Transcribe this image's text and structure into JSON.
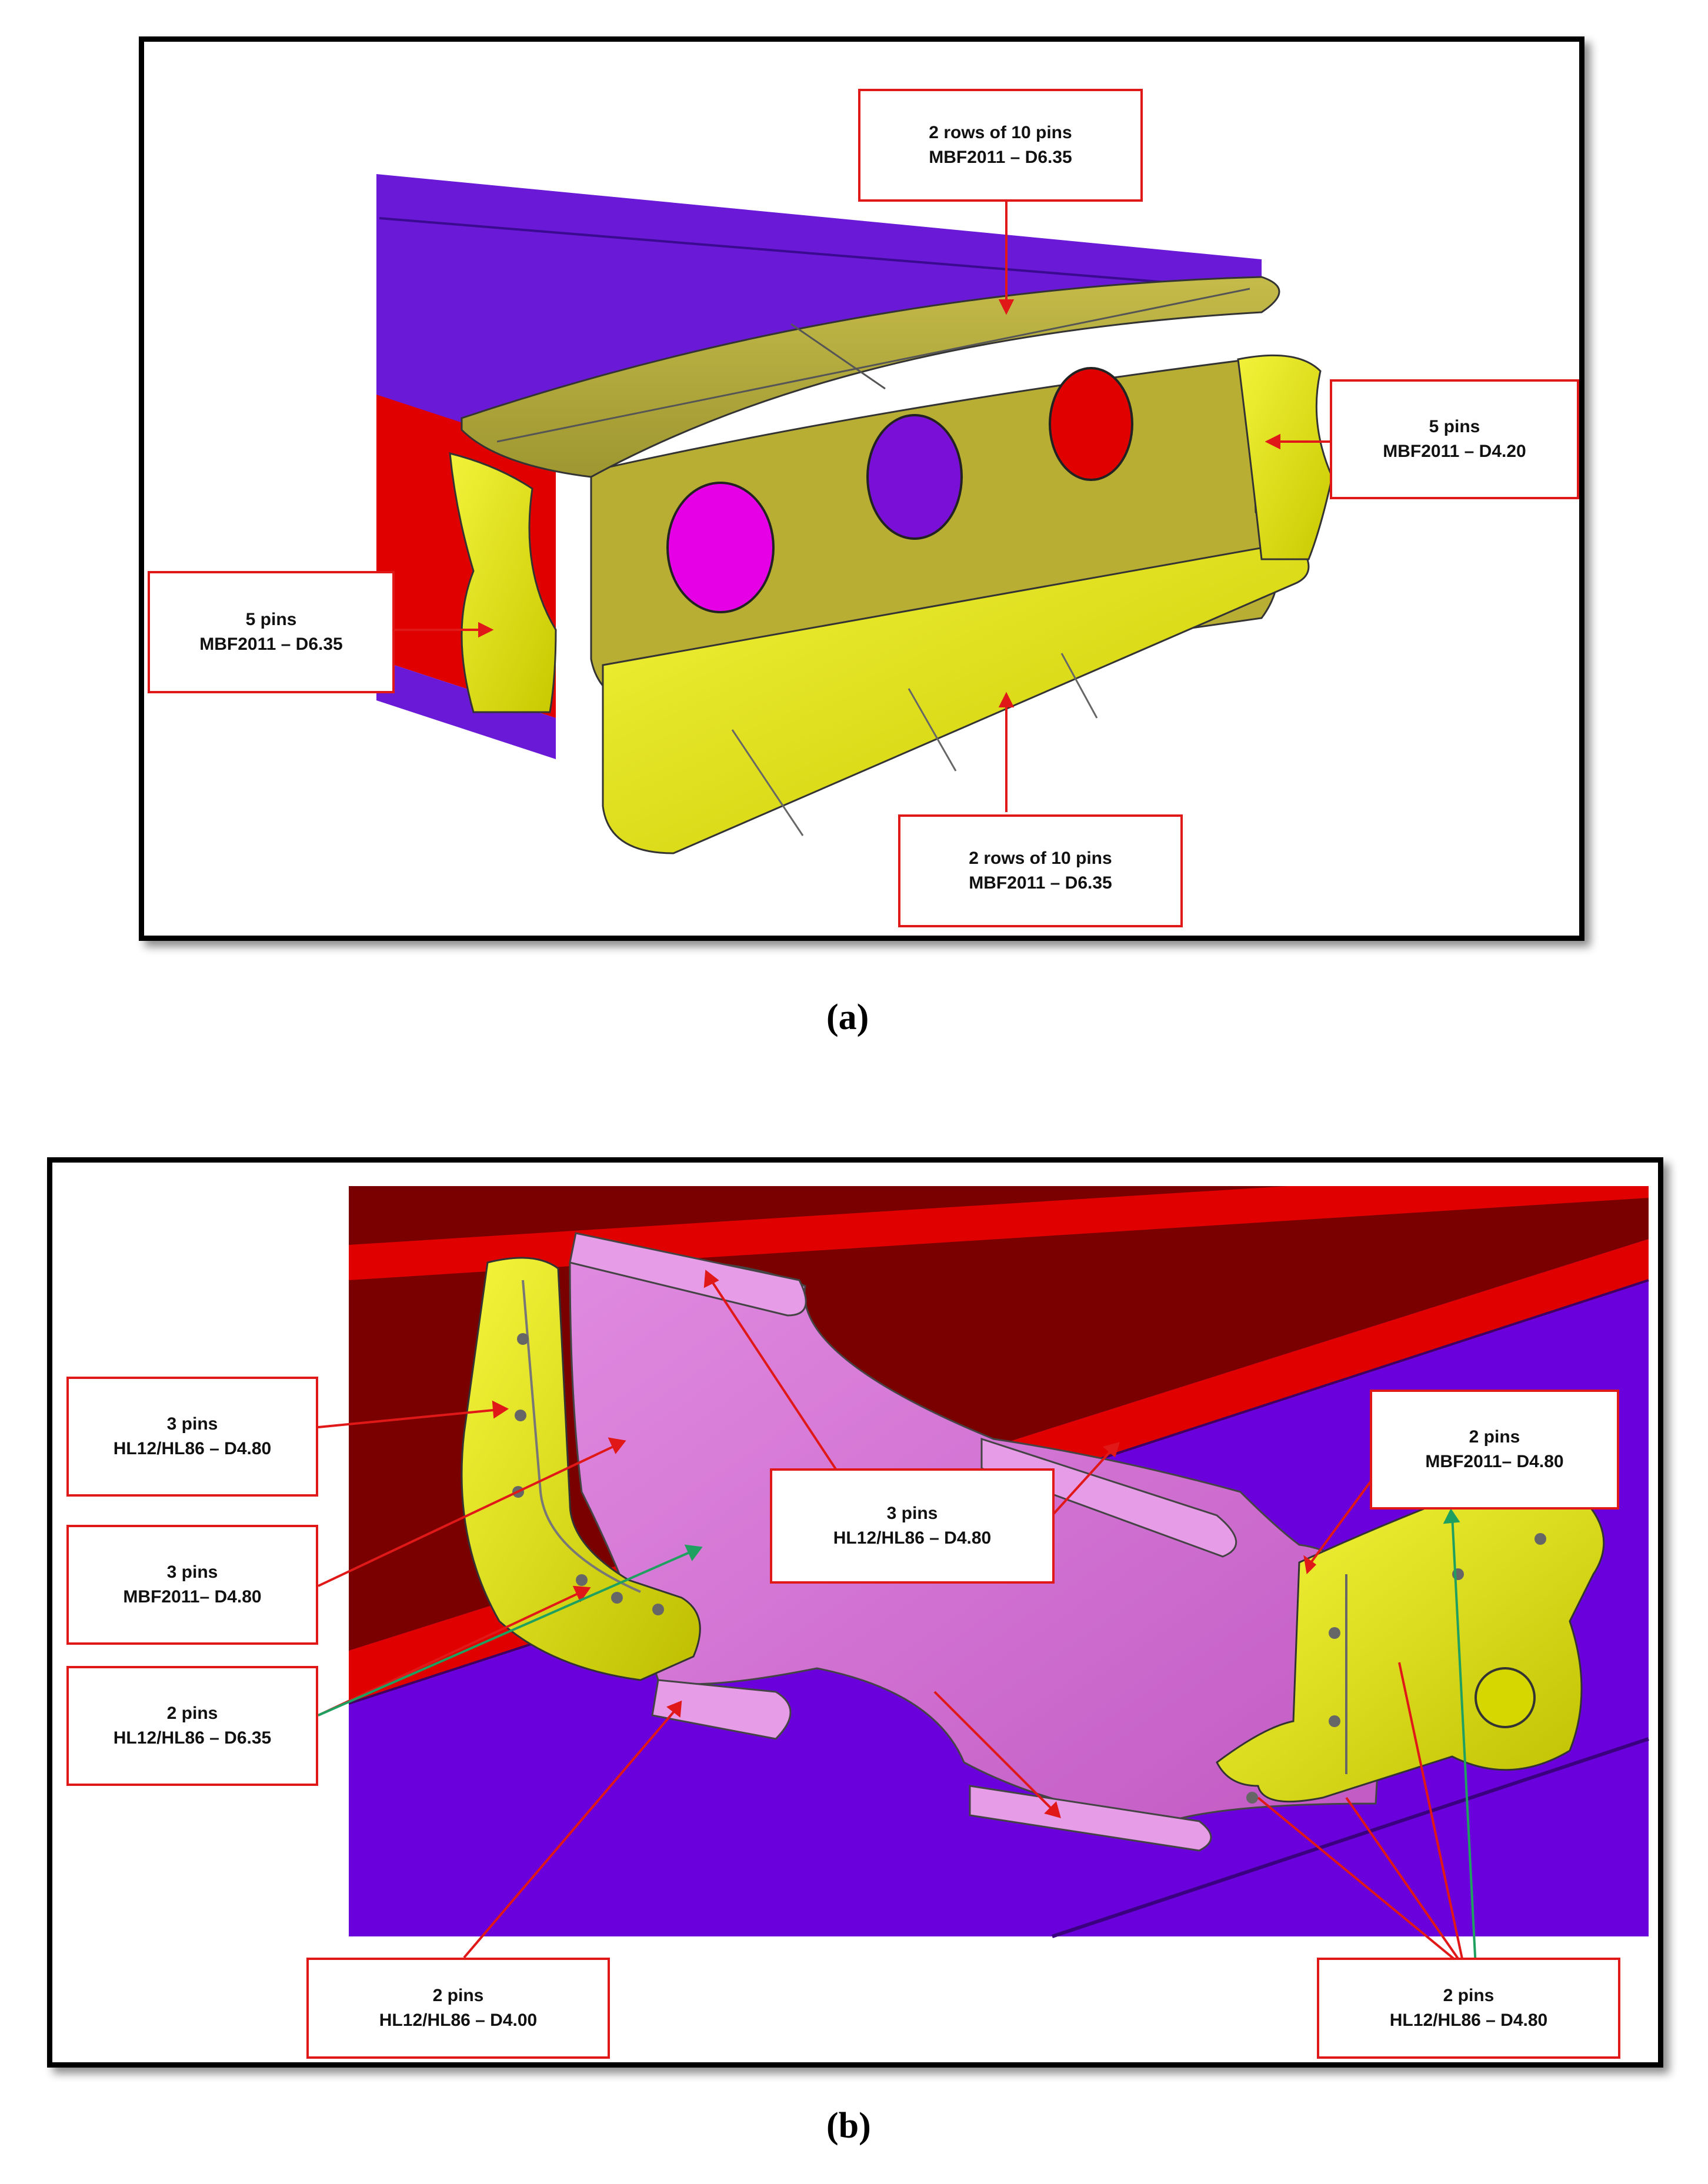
{
  "panel_a": {
    "caption": "(a)",
    "callouts": {
      "top": [
        "2 rows of 10 pins",
        "MBF2011 – D6.35"
      ],
      "right": [
        "5 pins",
        "MBF2011 – D4.20"
      ],
      "left": [
        "5 pins",
        "MBF2011 – D6.35"
      ],
      "bottom": [
        "2 rows of 10 pins",
        "MBF2011 – D6.35"
      ]
    }
  },
  "panel_b": {
    "caption": "(b)",
    "callouts": {
      "left1": [
        "3 pins",
        "HL12/HL86 – D4.80"
      ],
      "left2": [
        "3 pins",
        "MBF2011– D4.80"
      ],
      "left3": [
        "2 pins",
        "HL12/HL86 – D6.35"
      ],
      "center": [
        "3 pins",
        "HL12/HL86 – D4.80"
      ],
      "right_top": [
        "2 pins",
        "MBF2011– D4.80"
      ],
      "bottom_left": [
        "2 pins",
        "HL12/HL86 – D4.00"
      ],
      "bottom_right": [
        "2 pins",
        "HL12/HL86 – D4.80"
      ]
    }
  },
  "colors": {
    "skin_purple": "#6a00e0",
    "spar_red": "#e00000",
    "dark_red": "#7a0000",
    "rib_yellow": "#e6e600",
    "cap_olive": "#b5ad3a",
    "bracket_pink": "#d46ad4",
    "callout_border": "#e01818",
    "leader_red": "#e01818",
    "leader_green": "#1fa060"
  }
}
